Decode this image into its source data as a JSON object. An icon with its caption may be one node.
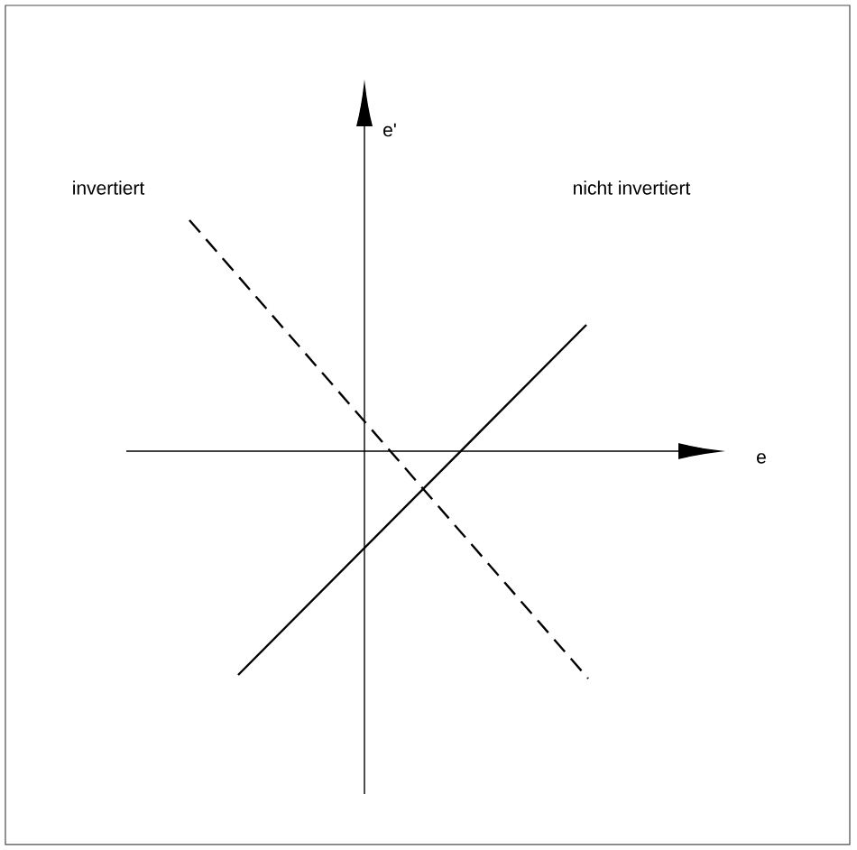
{
  "diagram": {
    "labels": [
      "e'",
      "invertiert",
      "nicht invertiert",
      "e"
    ]
  }
}
